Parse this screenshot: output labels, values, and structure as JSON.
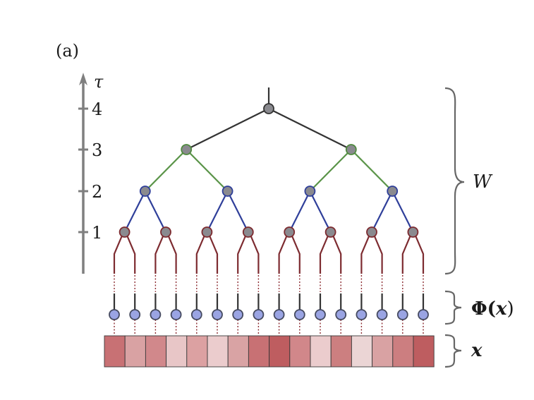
{
  "panel_label": "(a)",
  "axis": {
    "symbol": "τ",
    "ticks": [
      "1",
      "2",
      "3",
      "4"
    ]
  },
  "braces": {
    "W": "W",
    "phi": "Φ(",
    "phi_arg": "x",
    "phi_close": ")",
    "x": "x"
  },
  "colors": {
    "axis": "#7f7f7f",
    "root_edge": "#333333",
    "level3_edge": "#5a9448",
    "level2_edge": "#2f3f9a",
    "level1_edge": "#7d2b30",
    "node_grey": "#8a8a8f",
    "node_green_stroke": "#4f8a3e",
    "node_blue_stroke": "#2f3f9a",
    "node_red_stroke": "#7d2b30",
    "feature_fill": "#9aa4e3",
    "feature_stroke": "#454a60",
    "dotted_line": "#8b2a2f",
    "brace": "#666666"
  },
  "input_cells": [
    "#c87174",
    "#d9a2a3",
    "#d1888b",
    "#e8c6c7",
    "#dca1a2",
    "#ebcccd",
    "#d9a3a4",
    "#c87174",
    "#be5d60",
    "#d1878a",
    "#ebcccd",
    "#cc7f80",
    "#ebd5d5",
    "#d9a2a3",
    "#cc7e80",
    "#be5d60"
  ]
}
